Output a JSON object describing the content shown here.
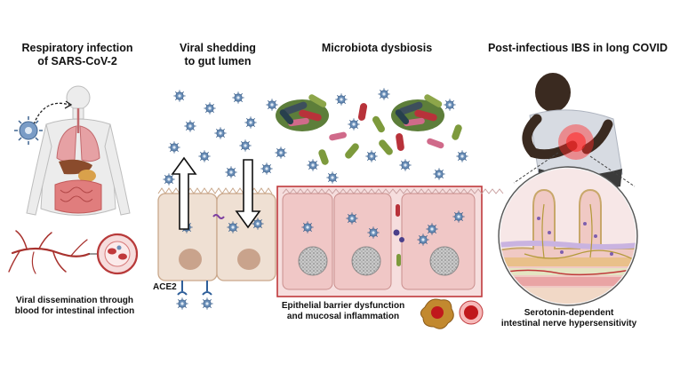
{
  "panels": {
    "respiratory": {
      "title": "Respiratory infection\nof SARS-CoV-2",
      "caption": "Viral dissemination through\nblood for intestinal infection"
    },
    "shedding": {
      "title": "Viral shedding\nto gut lumen",
      "receptor_label": "ACE2"
    },
    "dysbiosis": {
      "title": "Microbiota dysbiosis",
      "caption": "Epithelial barrier dysfunction\nand mucosal inflammation"
    },
    "ibs": {
      "title": "Post-infectious IBS in long COVID",
      "caption": "Serotonin-dependent\nintestinal nerve hypersensitivity"
    }
  },
  "colors": {
    "virus": "#6b8fb8",
    "cell_fill": "#efe0d3",
    "cell_border": "#c9a78a",
    "nucleus": "#c9a38c",
    "inflamed_fill": "#f1c9c8",
    "inflamed_border": "#c0393b",
    "bacteria_green": "#7d9a3c",
    "bacteria_red": "#b8323a",
    "bacteria_dark": "#3d4f5c",
    "blood_vessel": "#a8322e",
    "skin": "#3a2a20",
    "shirt": "#d7dbe2"
  }
}
